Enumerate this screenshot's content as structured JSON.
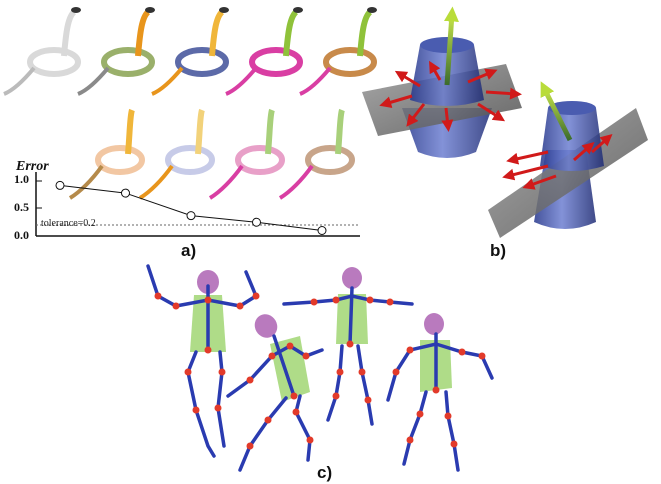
{
  "figure": {
    "panel_labels": {
      "a": "a)",
      "b": "b)",
      "c": "c)"
    }
  },
  "chart_data": {
    "type": "line",
    "ylabel": "Error",
    "y_ticks": [
      "1.0",
      "0.5",
      "0.0"
    ],
    "ylim": [
      0,
      1.1
    ],
    "x": [
      1,
      2,
      3,
      4,
      5
    ],
    "series": [
      {
        "values": [
          0.92,
          0.78,
          0.37,
          0.25,
          0.1
        ]
      }
    ],
    "threshold": {
      "label": "tolerance=0.2",
      "value": 0.2
    },
    "grid": false,
    "colors": {
      "line": "#111111",
      "marker_fill": "#ffffff",
      "threshold": "#666666"
    }
  },
  "colors": {
    "snake_palette": [
      "#d9d9d9",
      "#e8951c",
      "#f0b63a",
      "#8fc23a",
      "#d93ea3",
      "#f2c7a3",
      "#c7cbe8",
      "#a8d07a",
      "#e8a0c8"
    ],
    "cylinder": "#3b4fa0",
    "plane": "#777777",
    "arrow_red": "#d11a1a",
    "arrow_green": "#9ccc22",
    "skeleton_blue": "#2a3bb0",
    "joint_red": "#e23a2a",
    "head_purple": "#a24ea8",
    "torso_green": "#9bd36a"
  }
}
